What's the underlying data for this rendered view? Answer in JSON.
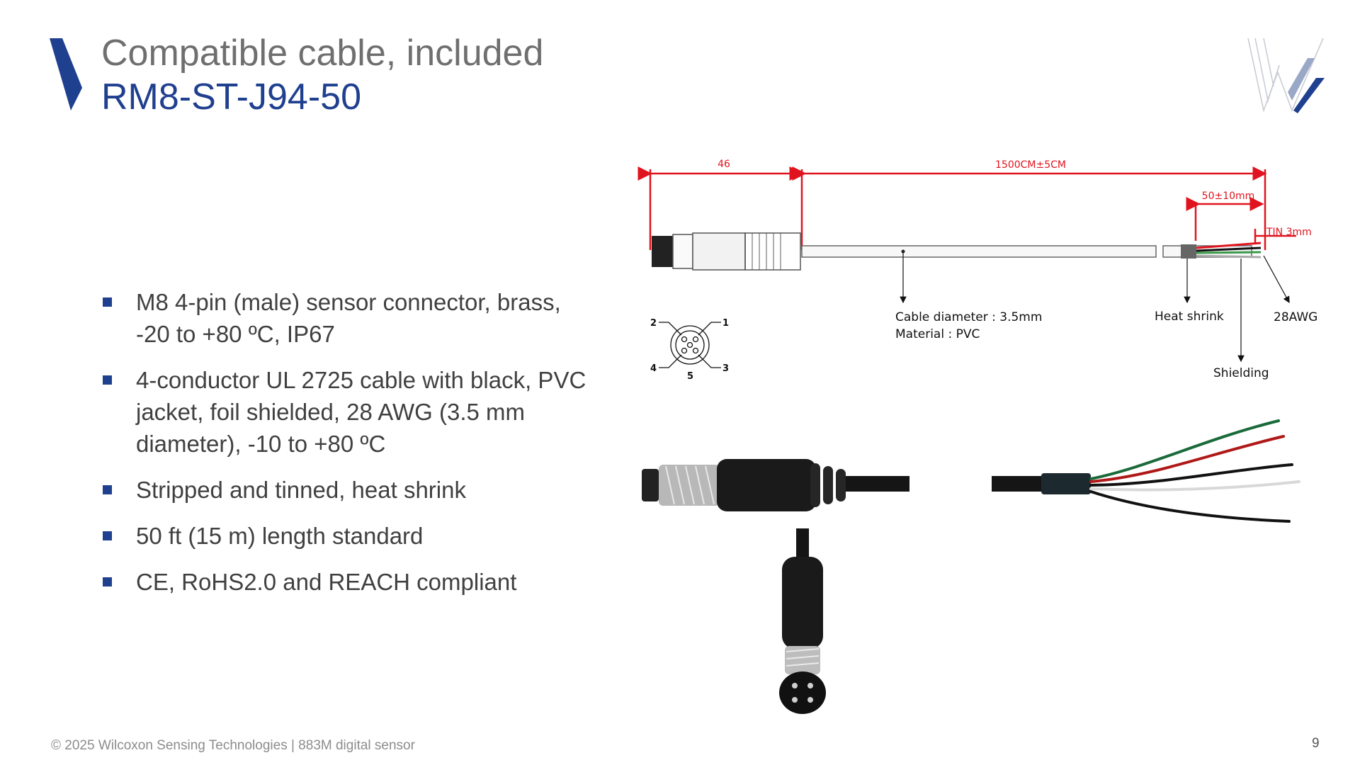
{
  "slide": {
    "title_line1": "Compatible cable, included",
    "title_line2": "RM8-ST-J94-50",
    "page_number": "9"
  },
  "bullets": [
    "M8 4-pin (male) sensor connector, brass, -20 to +80 ºC, IP67",
    "4-conductor UL 2725 cable with black, PVC jacket, foil shielded, 28 AWG (3.5 mm diameter), -10 to +80 ºC",
    "Stripped and tinned, heat shrink",
    "50 ft (15 m) length standard",
    "CE, RoHS2.0 and REACH compliant"
  ],
  "footer": {
    "text": "© 2025 Wilcoxon Sensing Technologies  |  883M digital sensor"
  },
  "drawing": {
    "dim_connector": "46",
    "dim_length": "1500CM±5CM",
    "dim_strip": "50±10mm",
    "dim_tin": "TIN 3mm",
    "cable_diameter": "Cable diameter : 3.5mm",
    "material": "Material : PVC",
    "heat_shrink": "Heat shrink",
    "awg": "28AWG",
    "shielding": "Shielding",
    "pins": [
      "1",
      "2",
      "3",
      "4",
      "5"
    ]
  },
  "colors": {
    "accent_blue": "#1f3f8f",
    "title_gray": "#6f6f6f",
    "body_text": "#404040",
    "dimension_red": "#e0141e",
    "bullet_blue": "#1f3f8f"
  },
  "icons": {
    "accent": "blue-slanted-bar",
    "logo": "wilcoxon-w-logo",
    "bullet": "square-bullet"
  }
}
